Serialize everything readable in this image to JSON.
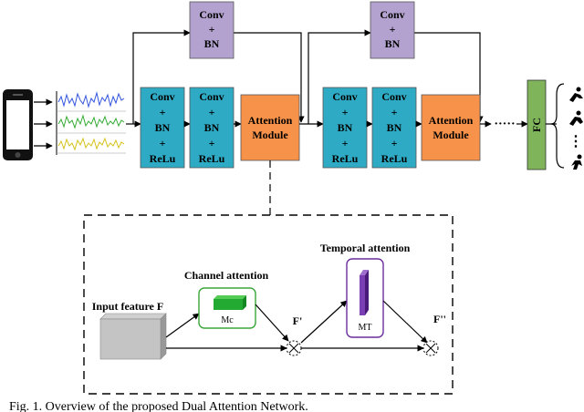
{
  "conv_bn_top_1": {
    "line1": "Conv",
    "line2": "+",
    "line3": "BN"
  },
  "conv_bn_top_2": {
    "line1": "Conv",
    "line2": "+",
    "line3": "BN"
  },
  "conv_blocks": [
    {
      "line1": "Conv",
      "line2": "+",
      "line3": "BN",
      "line4": "+",
      "line5": "ReLu"
    },
    {
      "line1": "Conv",
      "line2": "+",
      "line3": "BN",
      "line4": "+",
      "line5": "ReLu"
    },
    {
      "line1": "Conv",
      "line2": "+",
      "line3": "BN",
      "line4": "+",
      "line5": "ReLu"
    },
    {
      "line1": "Conv",
      "line2": "+",
      "line3": "BN",
      "line4": "+",
      "line5": "ReLu"
    }
  ],
  "attention_1": {
    "line1": "Attention",
    "line2": "Module"
  },
  "attention_2": {
    "line1": "Attention",
    "line2": "Module"
  },
  "fc_label": "FC",
  "dots": "·····",
  "output_dots": "⋮",
  "detail": {
    "input_label": "Input feature F",
    "channel_title": "Channel attention",
    "channel_sub": "Mc",
    "temporal_title": "Temporal attention",
    "temporal_sub": "MT",
    "f_prime": "F'",
    "f_double_prime": "F''"
  },
  "caption": "Fig. 1. Overview of the proposed Dual Attention Network.",
  "colors": {
    "blue": "#2eaac4",
    "purple": "#b3a2cf",
    "orange": "#f7924a",
    "fc_green": "#7fb45a",
    "channel_border": "#3aa63a",
    "channel_block": "#22aa33",
    "temporal_border": "#6a2d9e",
    "temporal_block": "#7a3fb3"
  }
}
